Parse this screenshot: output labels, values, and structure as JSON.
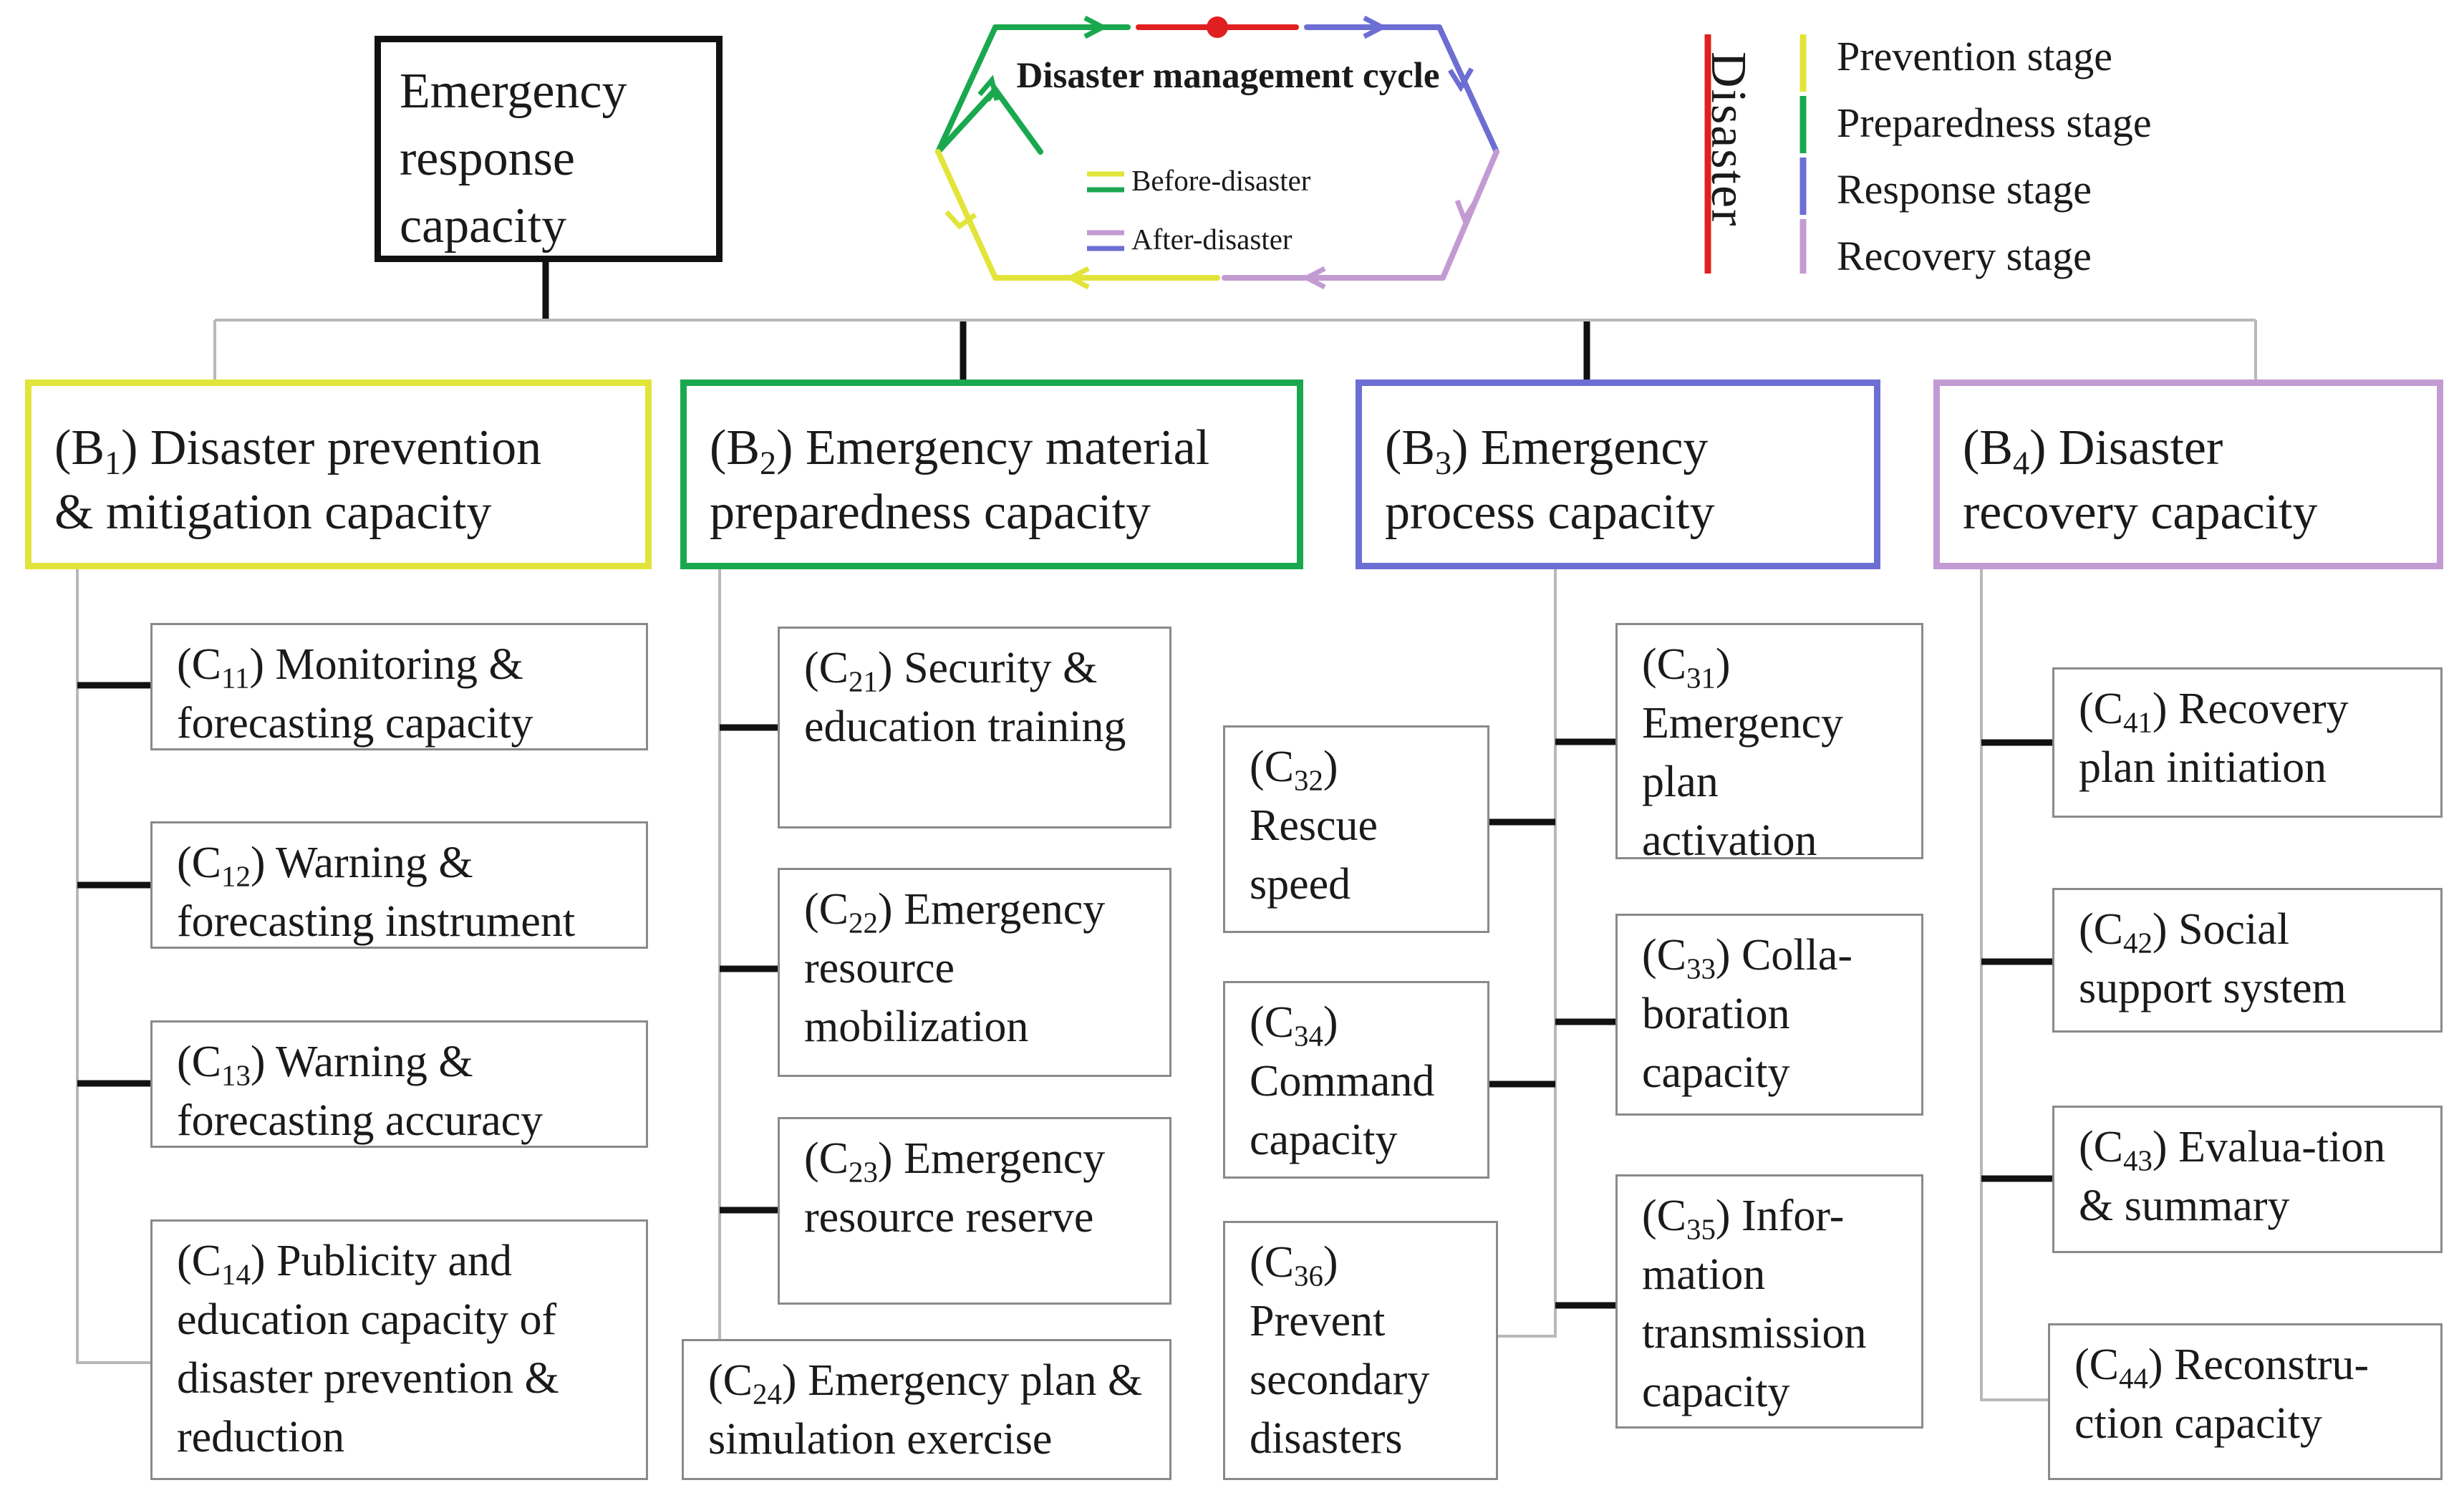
{
  "root": {
    "label": "Emergency response capacity"
  },
  "cycle": {
    "title": "Disaster management cycle",
    "legend": [
      {
        "text": "Before-disaster",
        "colors": [
          "#e2e43a",
          "#1aa84f"
        ]
      },
      {
        "text": "After-disaster",
        "colors": [
          "#c39bd3",
          "#6d6ed3"
        ]
      }
    ]
  },
  "stages": {
    "disaster_label": "Disaster",
    "disaster_color": "#e02020",
    "items": [
      {
        "name": "Prevention stage",
        "color": "#e2e43a"
      },
      {
        "name": "Preparedness stage",
        "color": "#1aa84f"
      },
      {
        "name": "Response stage",
        "color": "#6d6ed3"
      },
      {
        "name": "Recovery stage",
        "color": "#c39bd3"
      }
    ]
  },
  "categories": [
    {
      "code": "B",
      "sub": "1",
      "line1": " Disaster prevention",
      "line2": "& mitigation capacity",
      "color": "#e2e43a",
      "items": [
        {
          "code": "C",
          "sub": "11",
          "text": ")  Monitoring & forecasting capacity"
        },
        {
          "code": "C",
          "sub": "12",
          "text": ") Warning & forecasting instrument"
        },
        {
          "code": "C",
          "sub": "13",
          "text": ") Warning & forecasting accuracy"
        },
        {
          "code": "C",
          "sub": "14",
          "text": ") Publicity and education capacity of disaster prevention & reduction"
        }
      ]
    },
    {
      "code": "B",
      "sub": "2",
      "line1": " Emergency material",
      "line2": "preparedness capacity",
      "color": "#1aa84f",
      "items": [
        {
          "code": "C",
          "sub": "21",
          "text": ") Security & education training"
        },
        {
          "code": "C",
          "sub": "22",
          "text": ") Emergency resource mobilization"
        },
        {
          "code": "C",
          "sub": "23",
          "text": ") Emergency resource reserve"
        },
        {
          "code": "C",
          "sub": "24",
          "text": ") Emergency plan & simulation exercise"
        }
      ]
    },
    {
      "code": "B",
      "sub": "3",
      "line1": " Emergency",
      "line2": "process capacity",
      "color": "#6d6ed3",
      "items": [
        {
          "code": "C",
          "sub": "31",
          "text": ") Emergency plan activation"
        },
        {
          "code": "C",
          "sub": "32",
          "text": ") Rescue speed"
        },
        {
          "code": "C",
          "sub": "33",
          "text": ")  Colla-boration capacity"
        },
        {
          "code": "C",
          "sub": "34",
          "text": ") Command capacity"
        },
        {
          "code": "C",
          "sub": "35",
          "text": ") Infor-mation transmission capacity"
        },
        {
          "code": "C",
          "sub": "36",
          "text": ") Prevent secondary disasters"
        }
      ]
    },
    {
      "code": "B",
      "sub": "4",
      "line1": " Disaster",
      "line2": "recovery capacity",
      "color": "#c39bd3",
      "items": [
        {
          "code": "C",
          "sub": "41",
          "text": ") Recovery plan initiation"
        },
        {
          "code": "C",
          "sub": "42",
          "text": ") Social support system"
        },
        {
          "code": "C",
          "sub": "43",
          "text": ") Evalua-tion & summary"
        },
        {
          "code": "C",
          "sub": "44",
          "text": ") Reconstru-ction capacity"
        }
      ]
    }
  ]
}
